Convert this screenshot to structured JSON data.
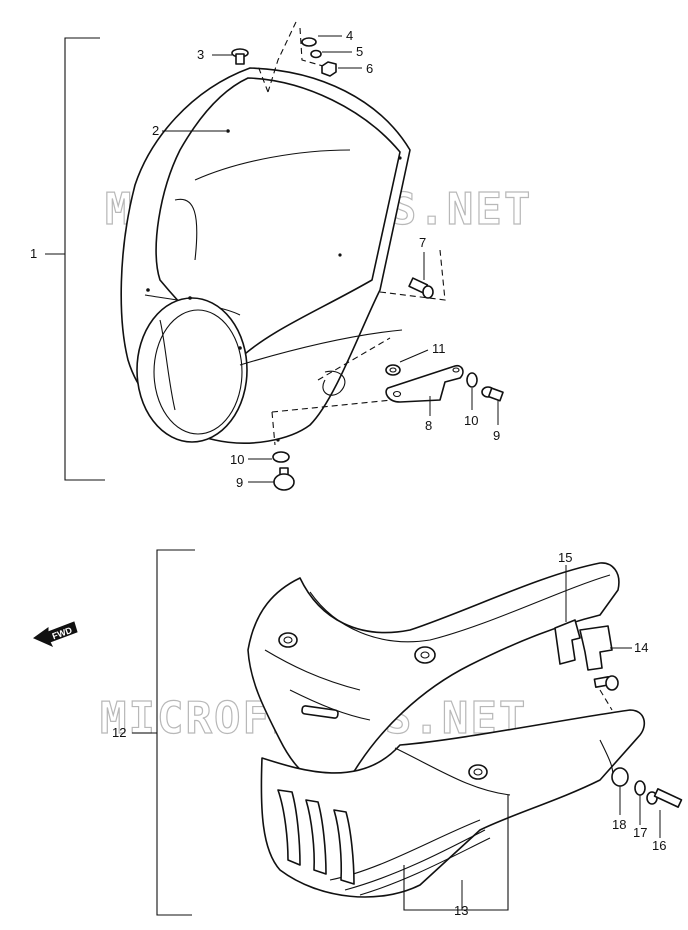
{
  "watermark": "MICROFICHES.NET",
  "fwd_label": "FWD",
  "callouts": {
    "c1": "1",
    "c2": "2",
    "c3": "3",
    "c4": "4",
    "c5": "5",
    "c6": "6",
    "c7": "7",
    "c8": "8",
    "c9a": "9",
    "c9b": "9",
    "c10a": "10",
    "c10b": "10",
    "c11": "11",
    "c12": "12",
    "c13": "13",
    "c14": "14",
    "c15": "15",
    "c16": "16",
    "c17": "17",
    "c18": "18"
  }
}
